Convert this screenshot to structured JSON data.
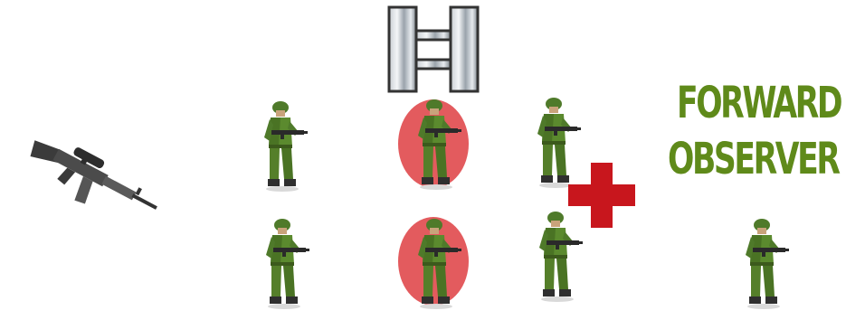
{
  "labels": {
    "forward_observer_line1": "FORWARD",
    "forward_observer_line2": "OBSERVER"
  },
  "icons": {
    "weapon": "assault-rifle-icon",
    "rank": "captain-bars-icon",
    "medic": "red-cross-icon",
    "unit": "soldier-icon"
  },
  "squad": {
    "rows": 2,
    "columns": 3,
    "highlighted_column": 2
  },
  "colors": {
    "highlight": "#e35b5e",
    "label_green": "#5f8a1a",
    "medic_red": "#c8161d",
    "uniform_green": "#4f7a2a"
  }
}
